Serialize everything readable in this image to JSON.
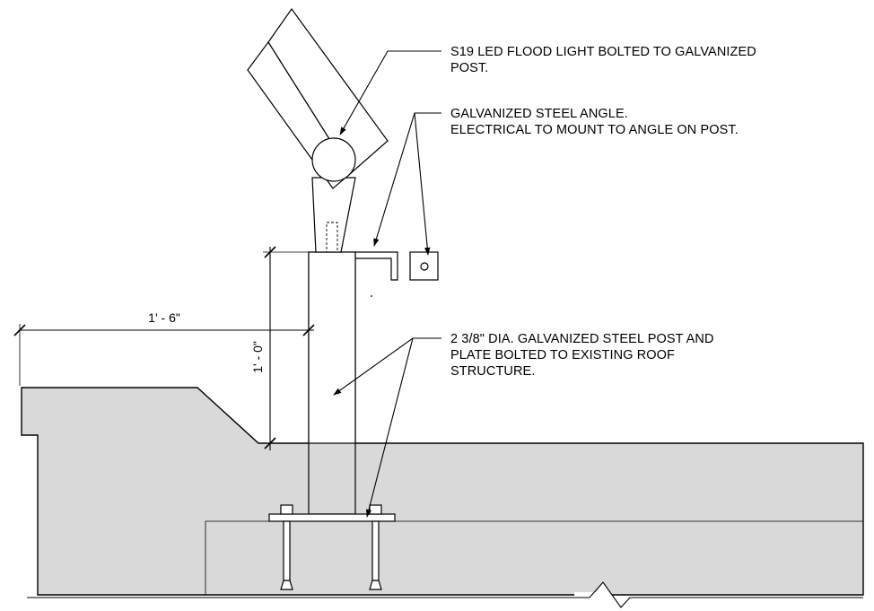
{
  "notes": {
    "flood_light_line1": "S19 LED  FLOOD LIGHT BOLTED TO GALVANIZED",
    "flood_light_line2": "POST.",
    "angle_line1": "GALVANIZED STEEL ANGLE.",
    "angle_line2": "ELECTRICAL TO MOUNT TO ANGLE ON POST.",
    "post_line1": "2 3/8\" DIA. GALVANIZED STEEL POST AND",
    "post_line2": "PLATE BOLTED TO EXISTING ROOF",
    "post_line3": "STRUCTURE."
  },
  "dimensions": {
    "horizontal": "1' - 6\"",
    "vertical": "1' - 0\""
  },
  "colors": {
    "concrete": "#d9d9d9",
    "line": "#000000"
  }
}
